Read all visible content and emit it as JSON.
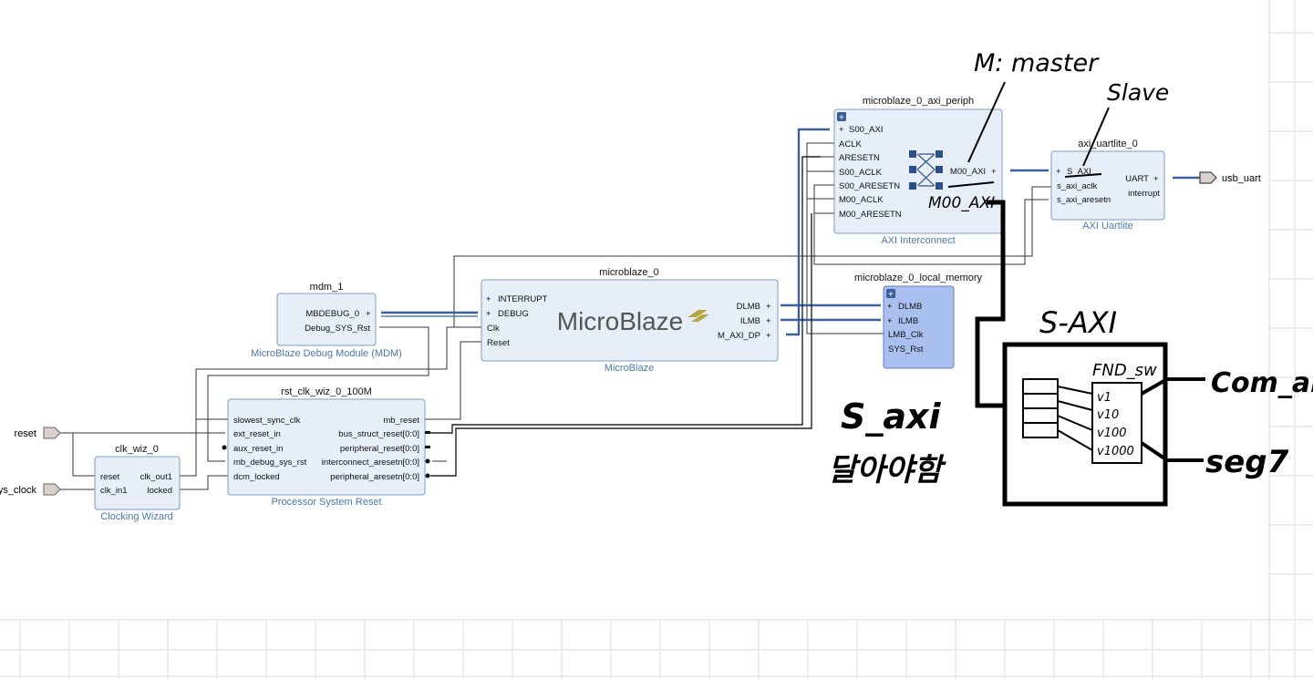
{
  "external_ports": {
    "reset": "reset",
    "sys_clock": "ys_clock",
    "usb_uart": "usb_uart"
  },
  "blocks": {
    "clk_wiz": {
      "instance": "clk_wiz_0",
      "ip_name": "Clocking Wizard",
      "ports_left": [
        "reset",
        "clk_in1"
      ],
      "ports_right": [
        "clk_out1",
        "locked"
      ]
    },
    "rst": {
      "instance": "rst_clk_wiz_0_100M",
      "ip_name": "Processor System Reset",
      "ports_left": [
        "slowest_sync_clk",
        "ext_reset_in",
        "aux_reset_in",
        "mb_debug_sys_rst",
        "dcm_locked"
      ],
      "ports_right": [
        "mb_reset",
        "bus_struct_reset[0:0]",
        "peripheral_reset[0:0]",
        "interconnect_aresetn[0:0]",
        "peripheral_aresetn[0:0]"
      ]
    },
    "mdm": {
      "instance": "mdm_1",
      "ip_name": "MicroBlaze Debug Module (MDM)",
      "ports_right": [
        "MBDEBUG_0",
        "Debug_SYS_Rst"
      ]
    },
    "microblaze": {
      "instance": "microblaze_0",
      "ip_name": "MicroBlaze",
      "logo": "MicroBlaze",
      "ports_left": [
        "INTERRUPT",
        "DEBUG",
        "Clk",
        "Reset"
      ],
      "ports_right": [
        "DLMB",
        "ILMB",
        "M_AXI_DP"
      ]
    },
    "local_memory": {
      "instance": "microblaze_0_local_memory",
      "ports_left": [
        "DLMB",
        "ILMB",
        "LMB_Clk",
        "SYS_Rst"
      ]
    },
    "interconnect": {
      "instance": "microblaze_0_axi_periph",
      "ip_name": "AXI Interconnect",
      "ports_left": [
        "S00_AXI",
        "ACLK",
        "ARESETN",
        "S00_ACLK",
        "S00_ARESETN",
        "M00_ACLK",
        "M00_ARESETN"
      ],
      "ports_right": [
        "M00_AXI"
      ]
    },
    "uartlite": {
      "instance": "axi_uartlite_0",
      "ip_name": "AXI Uartlite",
      "ports_left": [
        "S_AXI",
        "s_axi_aclk",
        "s_axi_aresetn"
      ],
      "ports_right": [
        "UART",
        "interrupt"
      ]
    }
  },
  "annotations": {
    "master_note": "M: master",
    "slave_note": "Slave",
    "m00_note": "M00_AXI",
    "saxi_label": "S-AXI",
    "saxi_note_line1": "S_axi",
    "saxi_note_line2": "달아야함",
    "fnd_title": "FND_sw",
    "fnd_inputs": [
      "v1",
      "v10",
      "v100",
      "v1000"
    ],
    "out_com": "Com_an",
    "out_seg": "seg7"
  }
}
